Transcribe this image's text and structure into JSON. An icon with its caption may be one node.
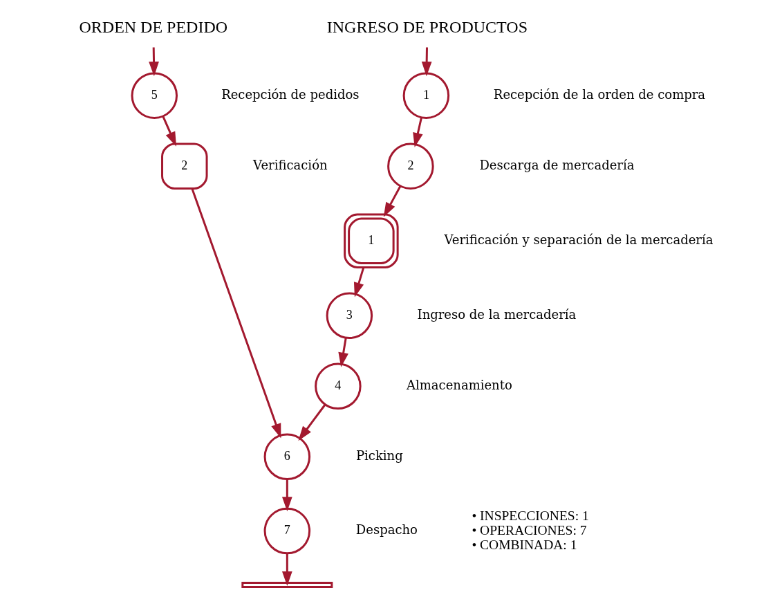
{
  "diagram": {
    "nodes": [
      {
        "text": [
          "ORDEN DE PEDIDO"
        ]
      },
      {
        "text": [
          "5"
        ],
        "beside": [
          "Recepción de pedidos"
        ]
      },
      {
        "text": [
          "2"
        ],
        "beside": [
          "Verificación"
        ]
      },
      {
        "text": [
          "INGRESO DE PRODUCTOS"
        ]
      },
      {
        "text": [
          "1"
        ],
        "beside": [
          "Recepción de la orden de compra"
        ]
      },
      {
        "text": [
          "2"
        ],
        "beside": [
          "Descarga de mercadería"
        ]
      },
      {
        "text": [
          "1"
        ],
        "beside": [
          "Verificación y separación de la mercadería"
        ]
      },
      {
        "text": [
          "3"
        ],
        "beside": [
          "Ingreso de la mercadería"
        ]
      },
      {
        "text": [
          "4"
        ],
        "beside": [
          "Almacenamiento"
        ]
      },
      {
        "text": [
          "6"
        ],
        "beside": [
          "Picking"
        ]
      },
      {
        "text": [
          "7"
        ],
        "beside": [
          "Despacho"
        ]
      },
      {
        "text": [],
        "shape": "bar"
      }
    ],
    "edges": [
      {
        "from": 0,
        "to": 1,
        "arrow": "to"
      },
      {
        "from": 1,
        "to": 2,
        "arrow": "to"
      },
      {
        "from": 2,
        "to": 9,
        "arrow": "to"
      },
      {
        "from": 3,
        "to": 4,
        "arrow": "to"
      },
      {
        "from": 4,
        "to": 5,
        "arrow": "to"
      },
      {
        "from": 5,
        "to": 6,
        "arrow": "to"
      },
      {
        "from": 6,
        "to": 7,
        "arrow": "to"
      },
      {
        "from": 7,
        "to": 8,
        "arrow": "to"
      },
      {
        "from": 8,
        "to": 9,
        "arrow": "to"
      },
      {
        "from": 9,
        "to": 10,
        "arrow": "to"
      },
      {
        "from": 10,
        "to": 11,
        "arrow": "to"
      }
    ],
    "labels": [
      "• INSPECCIONES: 1",
      "• OPERACIONES: 7",
      "• COMBINADA: 1"
    ]
  }
}
